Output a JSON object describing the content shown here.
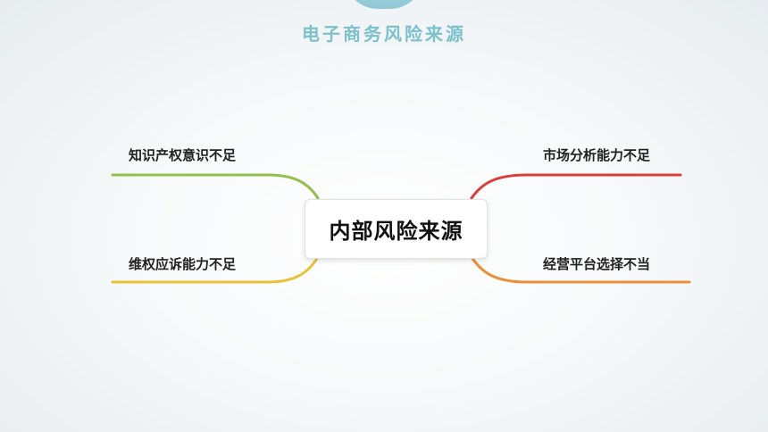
{
  "title": "电子商务风险来源",
  "center_node": "内部风险来源",
  "branches": {
    "top_left": {
      "label": "知识产权意识不足",
      "color": "#93bf4e"
    },
    "bottom_left": {
      "label": "维权应诉能力不足",
      "color": "#e9c23c"
    },
    "top_right": {
      "label": "市场分析能力不足",
      "color": "#d8403a"
    },
    "bottom_right": {
      "label": "经营平台选择不当",
      "color": "#e9913a"
    }
  },
  "colors": {
    "title": "#7cc0cc",
    "center_text": "#111111"
  }
}
